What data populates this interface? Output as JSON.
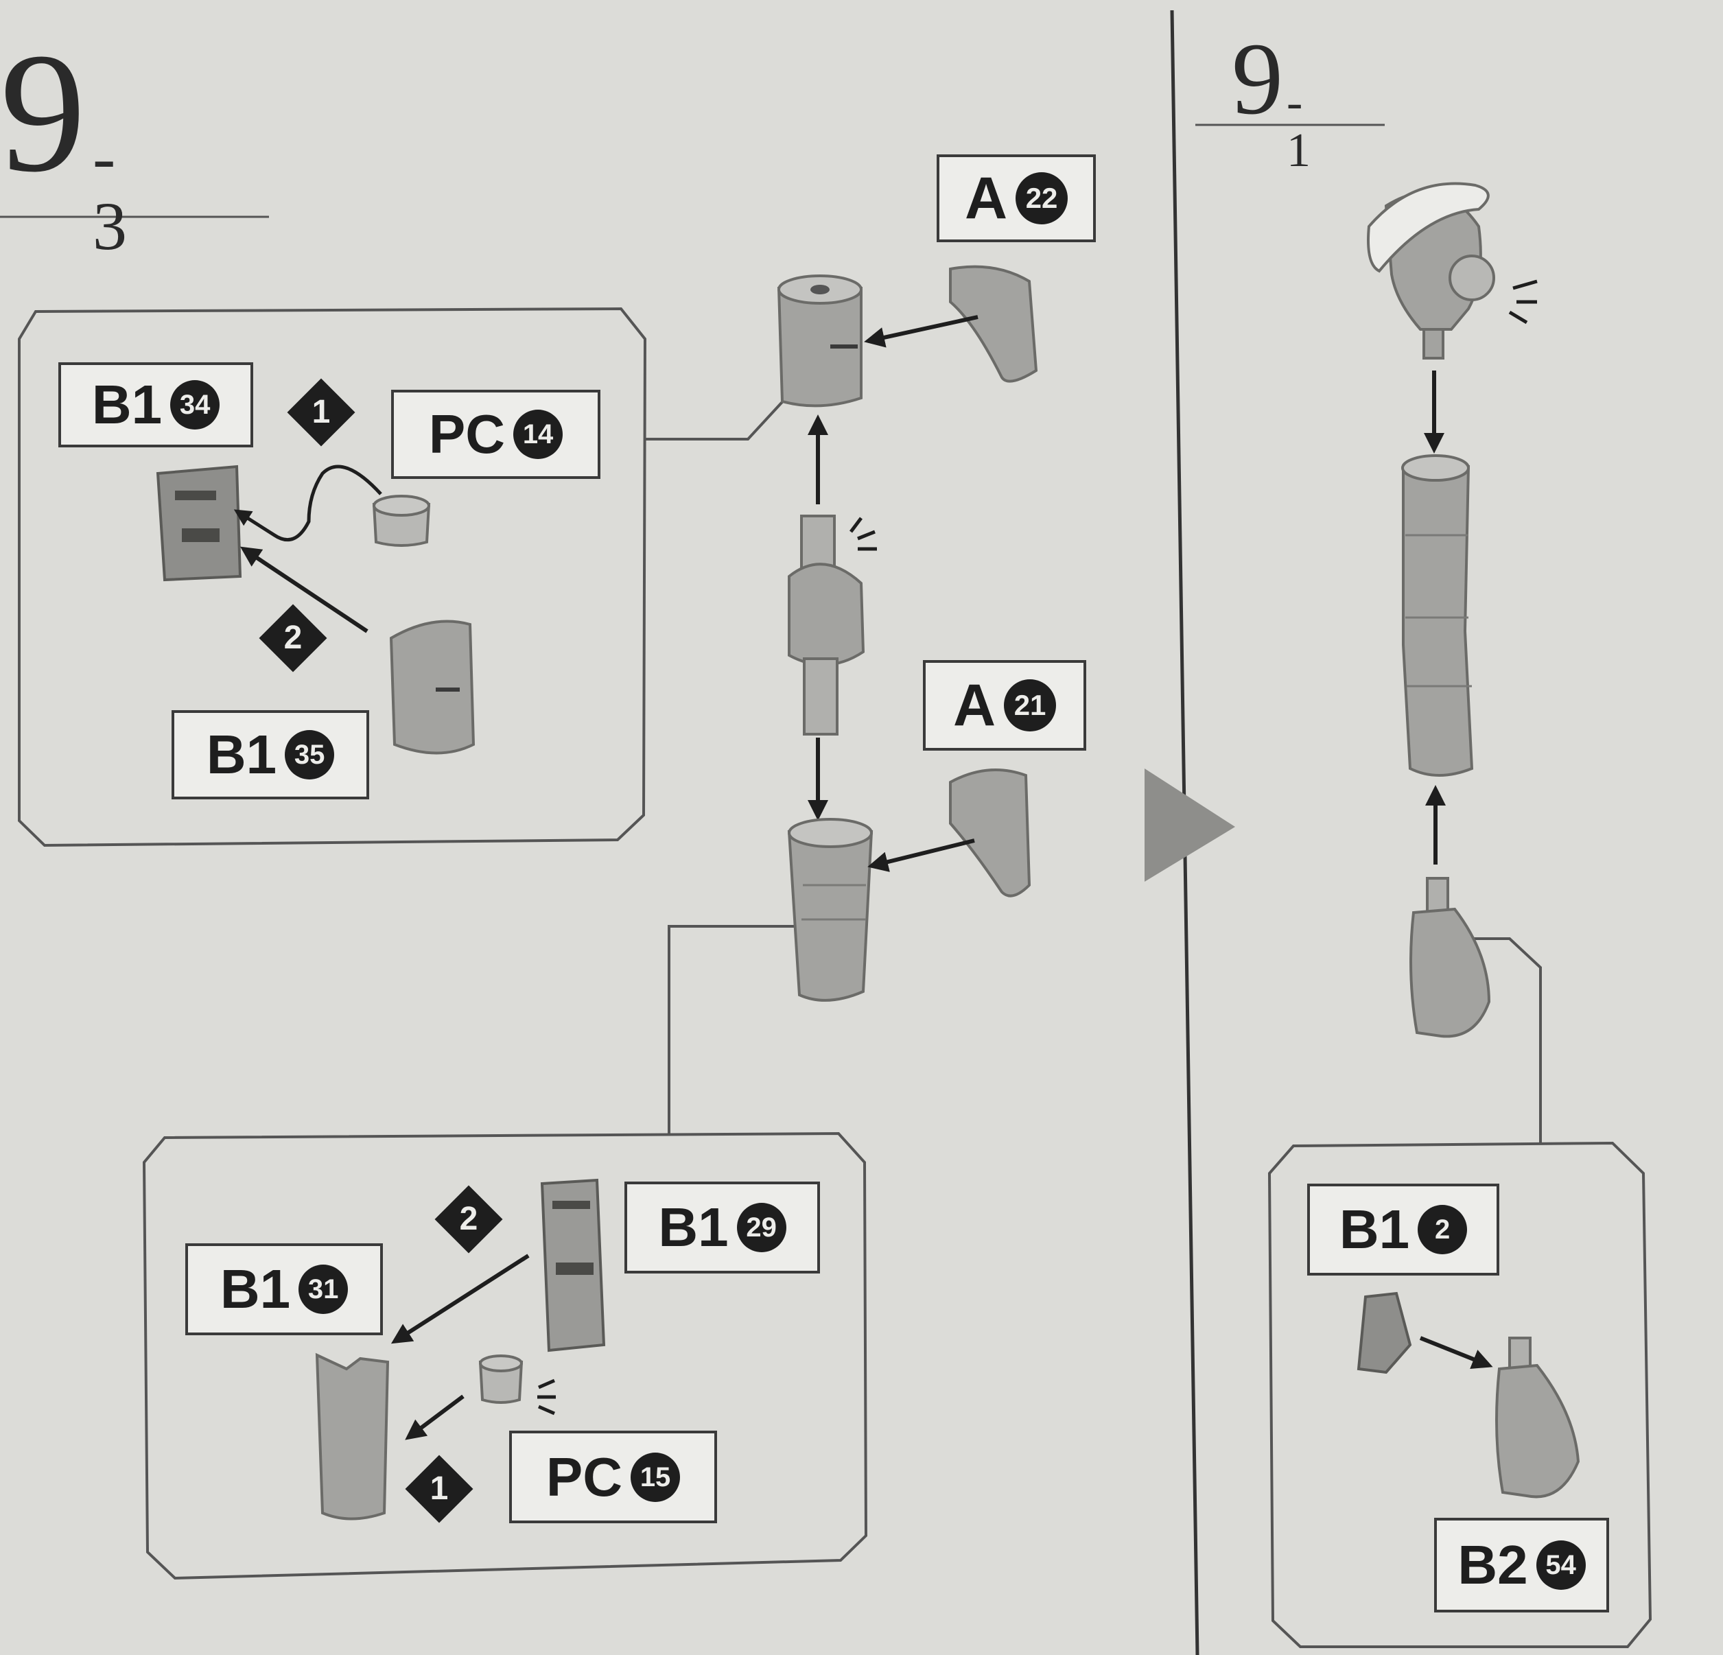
{
  "steps": {
    "left": {
      "number": "9",
      "sub": "- 3"
    },
    "right": {
      "number": "9",
      "sub": "- 1"
    }
  },
  "labels": {
    "a22": {
      "code": "A",
      "num": "22"
    },
    "b134": {
      "code": "B1",
      "num": "34"
    },
    "pc14": {
      "code": "PC",
      "num": "14"
    },
    "b135": {
      "code": "B1",
      "num": "35"
    },
    "a21": {
      "code": "A",
      "num": "21"
    },
    "b129": {
      "code": "B1",
      "num": "29"
    },
    "b131": {
      "code": "B1",
      "num": "31"
    },
    "pc15": {
      "code": "PC",
      "num": "15"
    },
    "b12": {
      "code": "B1",
      "num": "2"
    },
    "b254": {
      "code": "B2",
      "num": "54"
    }
  },
  "order_markers": {
    "upper_first": "1",
    "upper_second": "2",
    "lower_first": "1",
    "lower_second": "2"
  },
  "colors": {
    "paper": "#dcdcd8",
    "ink": "#1e1e1e",
    "part": "#a3a3a0",
    "line": "#3a3a3a"
  }
}
